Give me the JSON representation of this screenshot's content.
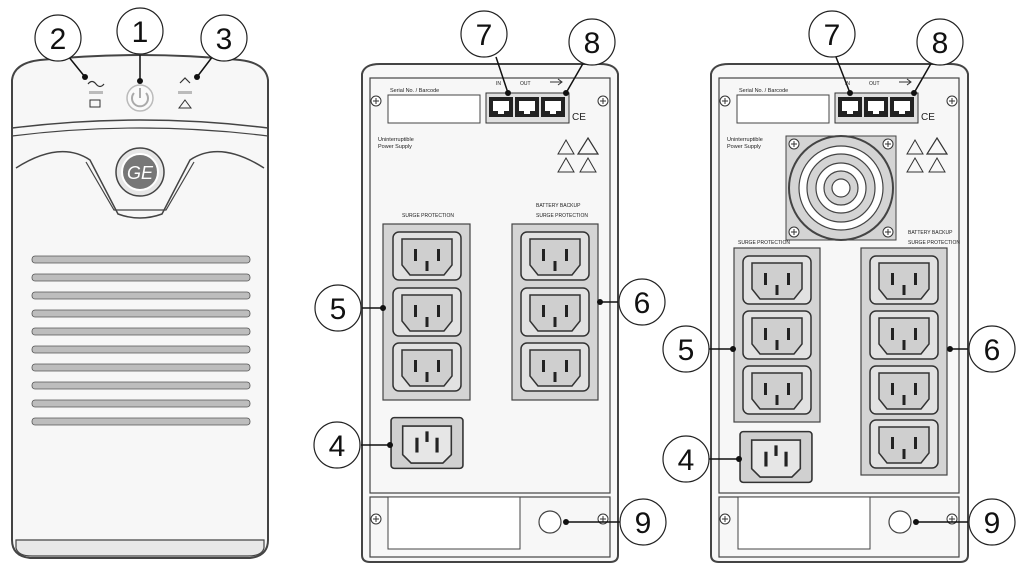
{
  "callouts": {
    "c1": "1",
    "c2": "2",
    "c3": "3",
    "c4": "4",
    "c5": "5",
    "c6": "6",
    "c7": "7",
    "c8": "8",
    "c9": "9"
  },
  "labels": {
    "serial": "Serial No. / Barcode",
    "port_in": "IN",
    "port_out": "OUT",
    "ups_line1": "Uninterruptible",
    "ups_line2": "Power Supply",
    "surge": "SURGE PROTECTION",
    "battery": "BATTERY BACKUP",
    "ce": "CE",
    "logo": "GE"
  },
  "colors": {
    "outline": "#444444",
    "body": "#f7f7f7",
    "grey": "#d4d4d4",
    "dark": "#222222",
    "vent": "#bdbdbd"
  },
  "icons": {
    "front_power": "power-icon",
    "front_led_left": "ac-line-icon",
    "front_led_right": "warning-icon",
    "ports": "rj45-port-icon",
    "usb": "usb-icon"
  }
}
